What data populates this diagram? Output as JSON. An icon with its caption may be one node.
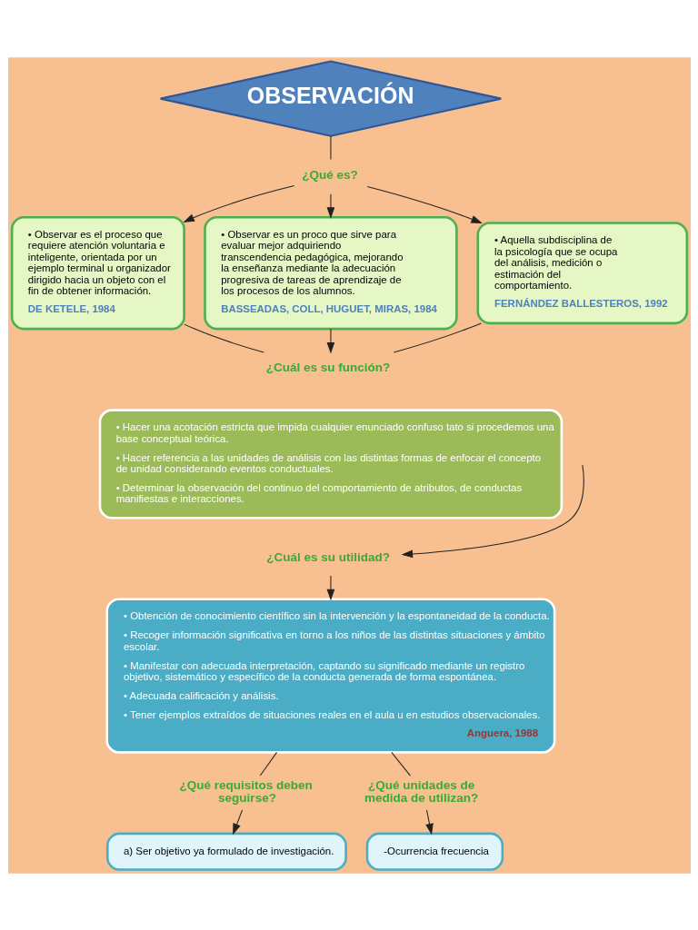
{
  "diagram": {
    "nodes": [
      {
        "text": [
          "OBSERVACIÓN"
        ]
      },
      {
        "text": [
          "¿Qué es?"
        ]
      },
      {
        "text": [
          "• Observar es el proceso que requiere atención voluntaria e inteligente, orientada por un ejemplo terminal u organizador dirigido hacia un objeto con el fin de obtener información.",
          "DE KETELE, 1984"
        ]
      },
      {
        "text": [
          "• Observar es un proco que sirve para evaluar mejor adquiriendo transcendencia pedagógica, mejorando la enseñanza mediante la adecuación progresiva de tareas de aprendizaje de los procesos de los alumnos.",
          "BASSEADAS, COLL, HUGUET, MIRAS, 1984"
        ]
      },
      {
        "text": [
          "• Aquella subdisciplina de la psicología que se ocupa del análisis, medición o estimación del comportamiento.",
          "FERNÁNDEZ BALLESTEROS, 1992"
        ]
      },
      {
        "text": [
          "¿Cuál es su función?"
        ]
      },
      {
        "text": [
          "• Hacer una acotación estricta que impida cualquier enunciado confuso tato si procedemos una base conceptual teórica.",
          "• Hacer referencia a las unidades de análisis con las distintas formas de enfocar el concepto de unidad considerando eventos conductuales.",
          "• Determinar la observación del continuo del comportamiento de atributos, de conductas manifiestas e interacciones."
        ]
      },
      {
        "text": [
          "¿Cuál es su utilidad?"
        ]
      },
      {
        "text": [
          "• Obtención de conocimiento científico sin la intervención y la espontaneidad de la conducta.",
          "• Recoger información significativa en torno a los niños de las distintas situaciones y ámbito escolar.",
          "• Manifestar con adecuada interpretación, captando su significado mediante un registro objetivo, sistemático y específico de la conducta generada de forma espontánea.",
          "• Adecuada calificación y análisis.",
          "• Tener ejemplos extraídos de situaciones reales en el aula u en estudios observacionales.",
          "Anguera, 1988"
        ]
      },
      {
        "text": [
          "¿Qué requisitos deben seguirse?"
        ]
      },
      {
        "text": [
          "a) Ser objetivo ya formulado de investigación."
        ]
      },
      {
        "text": [
          "¿Qué unidades de medida de utilizan?"
        ]
      },
      {
        "text": [
          "-Ocurrencia frecuencia"
        ]
      }
    ],
    "edges": [
      {
        "from": 0,
        "to": 1,
        "arrow": "none"
      },
      {
        "from": 1,
        "to": 2,
        "arrow": "to"
      },
      {
        "from": 1,
        "to": 3,
        "arrow": "to"
      },
      {
        "from": 1,
        "to": 4,
        "arrow": "to"
      },
      {
        "from": 2,
        "to": 5,
        "arrow": "none"
      },
      {
        "from": 3,
        "to": 5,
        "arrow": "to"
      },
      {
        "from": 4,
        "to": 5,
        "arrow": "none"
      },
      {
        "from": null,
        "to": 7,
        "arrow": "to"
      },
      {
        "from": 7,
        "to": 8,
        "arrow": "to"
      },
      {
        "from": 8,
        "to": 9,
        "arrow": "none"
      },
      {
        "from": 9,
        "to": 10,
        "arrow": "to"
      },
      {
        "from": 8,
        "to": 11,
        "arrow": "none"
      },
      {
        "from": 11,
        "to": 12,
        "arrow": "to"
      }
    ]
  }
}
